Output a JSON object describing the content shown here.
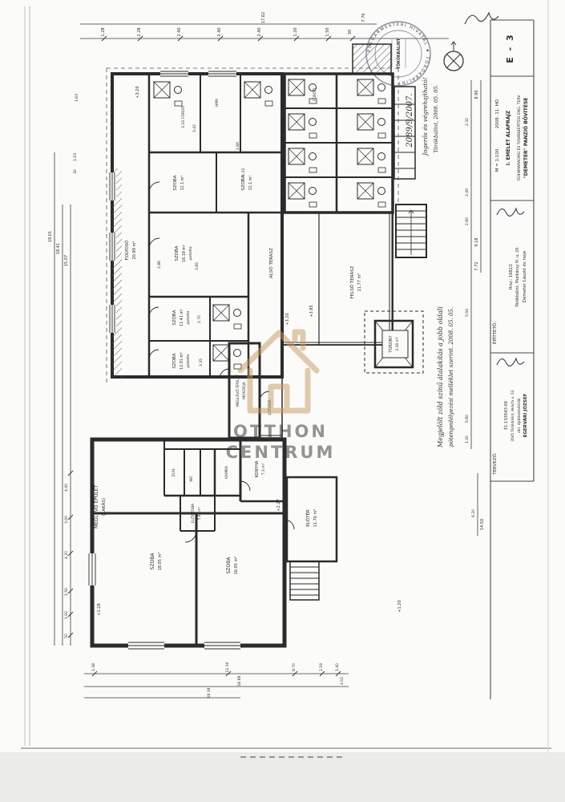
{
  "title_block": {
    "sheet_code": "E - 3",
    "project_line1": "\"DEMETER\" PANZIÓ BŐVÍTÉSE",
    "project_line2": "FENNMARADÁSI ÉS TOVÁBBÉPÍTÉSI ENG. TERV",
    "drawing_title": "I. EMELET ALAPRAJZ",
    "scale": "M = 1:100",
    "date": "2008. 11. HÓ",
    "client_label": "ÉPÍTTETŐ:",
    "client_name": "Demeter László és neje",
    "client_address": "Törökbálint, Munkácsy M. u. 20.",
    "client_parcel": "Hrsz.: 1682/2",
    "designer_label": "TERVEZŐ:",
    "designer_name": "EGERVÁRI JÓZSEF",
    "designer_title": "okl. építészmérnök",
    "designer_address": "2045 Törökbálint, Akácfa u. 33.",
    "designer_license": "É1-13/0043-09"
  },
  "stamp": {
    "ring_text": "POLGÁRMESTERI HIVATAL ★ TÖRÖKBÁLINT ★",
    "center_text": "TÖRÖKBÁLINT"
  },
  "annotations": {
    "case_number": "2089/9/2007.",
    "legal_note": "Jogerős és végrehajtható!",
    "legal_date": "Törökbálint, 2008. 05. 05.",
    "note_line1": "Megjelölt zöld színű átalakítás a jobb oldali",
    "note_line2": "pótengedélyezési melléklet szerint. 2008. 05. 05."
  },
  "watermark": {
    "line1": "OTTHON",
    "line2": "CENTRUM",
    "color": "#c59a62"
  },
  "rooms": {
    "folyoso": {
      "name": "FOLYOSÓ",
      "area": "20.99 m²"
    },
    "szoba_a": {
      "name": "SZOBA",
      "area": "12.1 m²"
    },
    "szoba_b": {
      "name": "SZOBA",
      "area": "12.1 m²"
    },
    "szoba_c": {
      "name": "SZOBA",
      "area": "16.19 m²",
      "floor": "parketta"
    },
    "szoba_d": {
      "name": "SZOBA",
      "area": "12.41 m²",
      "floor": "parketta"
    },
    "szoba_e": {
      "name": "SZOBA",
      "area": "12.01 m²",
      "floor": "parketta"
    },
    "furdo_a": {
      "name": "FÜRDŐ"
    },
    "furdo_b": {
      "name": "FÜRDŐ"
    },
    "hmv": {
      "name": "HMV"
    },
    "also_terasz": {
      "name": "ALSÓ TERASZ"
    },
    "felso_terasz": {
      "name": "FELSŐ TERASZ",
      "area": "21.77 m²"
    },
    "torony": {
      "name": "TORONY",
      "area": "3.38 m²"
    },
    "mosdo": {
      "line1": "MEGLÉVŐ ÉPÜLET",
      "line2": "MOSDÓJA"
    },
    "loggia": {
      "name": "LOGGIA"
    },
    "eloter": {
      "name": "ELŐTÉR",
      "area": "11.76 m²"
    },
    "konyha": {
      "name": "KONYHA",
      "area": "7.3 m²"
    },
    "eloszoba": {
      "name": "ELŐSZOBA",
      "area": "5.06 m²"
    },
    "kamra": {
      "name": "KAMRA"
    },
    "wc": {
      "name": "WC"
    },
    "zuh": {
      "name": "ZUH."
    },
    "szoba_f": {
      "name": "SZOBA",
      "area": "18.05 m²"
    },
    "szoba_g": {
      "name": "SZOBA",
      "area": "16.05 m²"
    },
    "meglevo": {
      "line1": "MEGLÉVŐ ÉPÜLET",
      "line2": "(LAKÁS)"
    }
  },
  "levels": [
    "+3.20",
    "+3.20",
    "+3.85",
    "+2.27",
    "+1.20",
    "+1.28"
  ],
  "dims": {
    "top": [
      "1.28",
      "2.28",
      "2.40",
      "2.40",
      "2.40",
      "1.20",
      "1.50",
      "30"
    ],
    "top_totals": [
      "17.62",
      "7.76"
    ],
    "left_totals": [
      "19.01",
      "18.41",
      "15.07"
    ],
    "left": [
      "1.63",
      "1.19",
      "30",
      "4.40",
      "3.00",
      "4.20",
      "1.50",
      "1.00",
      "50"
    ],
    "right": [
      "8.90",
      "2.32",
      "2.49",
      "2.60",
      "9.18",
      "7.72",
      "5.94",
      "5.60",
      "1.20"
    ],
    "right_bottom": [
      "6.20",
      "14.50"
    ],
    "bottom": [
      "1.38",
      "11.30",
      "8.70",
      "2.18",
      "1.40"
    ],
    "bottom_totals": [
      "16.88",
      "4.02",
      "18.38"
    ],
    "inner": [
      "3.33",
      "3.42",
      "2.66",
      "5.33",
      "3.85",
      "2.70",
      "3.35",
      "2.86"
    ]
  }
}
